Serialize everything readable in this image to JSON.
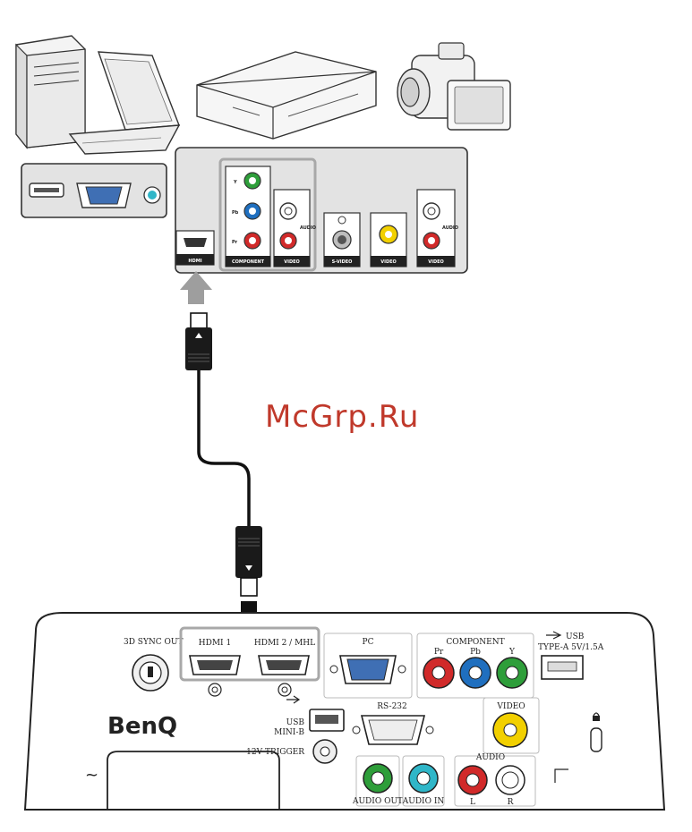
{
  "watermark": "McGrp.Ru",
  "source_panel": {
    "hdmi_label": "HDMI",
    "component_label": "COMPONENT",
    "component_pins": [
      "Y",
      "Pb",
      "Pr"
    ],
    "audio_label": "AUDIO",
    "video_label": "VIDEO",
    "svideo_label": "S-VIDEO"
  },
  "projector_panel": {
    "brand": "BenQ",
    "sync_out": "3D SYNC OUT",
    "hdmi1": "HDMI 1",
    "hdmi2": "HDMI 2 / MHL",
    "pc": "PC",
    "component": "COMPONENT",
    "component_pins": [
      "Pr",
      "Pb",
      "Y"
    ],
    "usb_a_line1": "USB",
    "usb_a_line2": "TYPE-A 5V/1.5A",
    "usb_b_line1": "USB",
    "usb_b_line2": "MINI-B",
    "rs232": "RS-232",
    "trigger": "12V TRIGGER",
    "video": "VIDEO",
    "audio_out": "AUDIO OUT",
    "audio_in": "AUDIO IN",
    "audio": "AUDIO",
    "audio_l": "L",
    "audio_r": "R",
    "ac_symbol": "~"
  },
  "colors": {
    "green": "#2e9e3a",
    "blue": "#1f6fbf",
    "red": "#d12a2a",
    "yellow": "#f2d000",
    "cyan": "#2fb6c8",
    "panel_gray": "#e3e3e3",
    "highlight": "#a8a8a8"
  }
}
